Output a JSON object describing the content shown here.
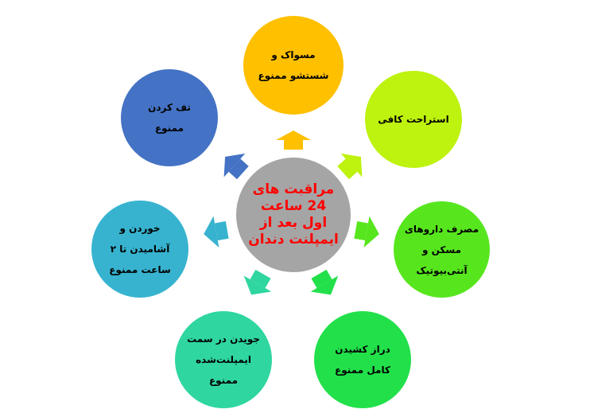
{
  "center": {
    "lines": [
      "مراقبت های",
      "24 ساعت",
      "اول بعد از",
      "ایمپلنت دندان"
    ],
    "color": "#a5a5a5",
    "text_color": "#ff0000"
  },
  "nodes": [
    {
      "id": "top",
      "lines": [
        "مسواک و",
        "شستشو ممنوع"
      ],
      "color": "#ffc000"
    },
    {
      "id": "top-right",
      "lines": [
        "استراحت کافی"
      ],
      "color": "#bef20f"
    },
    {
      "id": "right",
      "lines": [
        "مصرف داروهای",
        "مسکن و",
        "آنتی‌بیوتیک"
      ],
      "color": "#57e61e"
    },
    {
      "id": "bottom-right",
      "lines": [
        "دراز کشیدن",
        "کامل ممنوع"
      ],
      "color": "#22e04a"
    },
    {
      "id": "bottom-left",
      "lines": [
        "جویدن در سمت",
        "ایمپلنت‌شده",
        "ممنوع"
      ],
      "color": "#2fd6a0"
    },
    {
      "id": "left",
      "lines": [
        "خوردن و",
        "آشامیدن تا ۲",
        "ساعت ممنوع"
      ],
      "color": "#37b3cf"
    },
    {
      "id": "top-left",
      "lines": [
        "تف کردن",
        "ممنوع"
      ],
      "color": "#4472c4"
    }
  ]
}
